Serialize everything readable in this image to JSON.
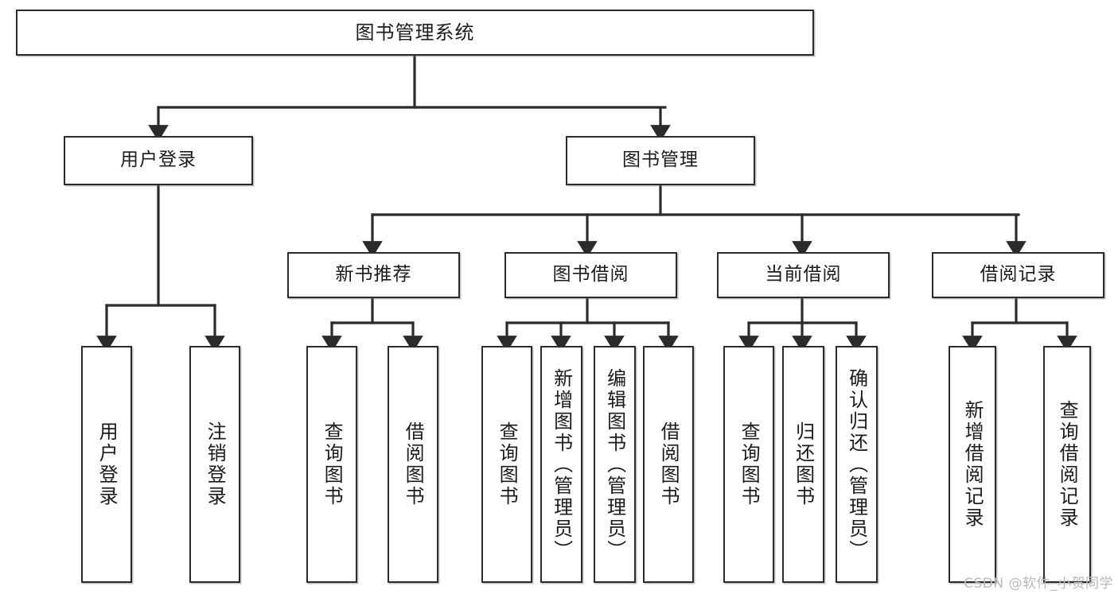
{
  "diagram": {
    "title": "图书管理系统",
    "type": "tree-hierarchy-chart",
    "watermark": "CSDN @软件_小贺同学",
    "colors": {
      "box_border": "#2b2b2b",
      "box_fill": "#ffffff",
      "edge": "#2b2b2b",
      "text": "#1b1b1b",
      "watermark": "#b9b9b9"
    },
    "levels": {
      "root": {
        "label": "图书管理系统"
      },
      "level2": [
        {
          "id": "user-login",
          "label": "用户登录"
        },
        {
          "id": "book-manage",
          "label": "图书管理"
        }
      ],
      "level3": [
        {
          "id": "new-book-rec",
          "label": "新书推荐"
        },
        {
          "id": "book-borrow",
          "label": "图书借阅"
        },
        {
          "id": "current-borrow",
          "label": "当前借阅"
        },
        {
          "id": "borrow-record",
          "label": "借阅记录"
        }
      ],
      "leaves": {
        "user_login": [
          {
            "id": "leaf-user-login",
            "label": "用户登录"
          },
          {
            "id": "leaf-user-logout",
            "label": "注销登录"
          }
        ],
        "new_book_rec": [
          {
            "id": "leaf-query-book-1",
            "label": "查询图书"
          },
          {
            "id": "leaf-borrow-book-1",
            "label": "借阅图书"
          }
        ],
        "book_borrow": [
          {
            "id": "leaf-query-book-2",
            "label": "查询图书"
          },
          {
            "id": "leaf-add-book",
            "label": "新增图书（管理员）"
          },
          {
            "id": "leaf-edit-book",
            "label": "编辑图书（管理员）"
          },
          {
            "id": "leaf-borrow-book-2",
            "label": "借阅图书"
          }
        ],
        "current_borrow": [
          {
            "id": "leaf-query-book-3",
            "label": "查询图书"
          },
          {
            "id": "leaf-return-book",
            "label": "归还图书"
          },
          {
            "id": "leaf-confirm-return",
            "label": "确认归还（管理员）"
          }
        ],
        "borrow_record": [
          {
            "id": "leaf-add-record",
            "label": "新增借阅记录"
          },
          {
            "id": "leaf-query-record",
            "label": "查询借阅记录"
          }
        ]
      }
    }
  }
}
